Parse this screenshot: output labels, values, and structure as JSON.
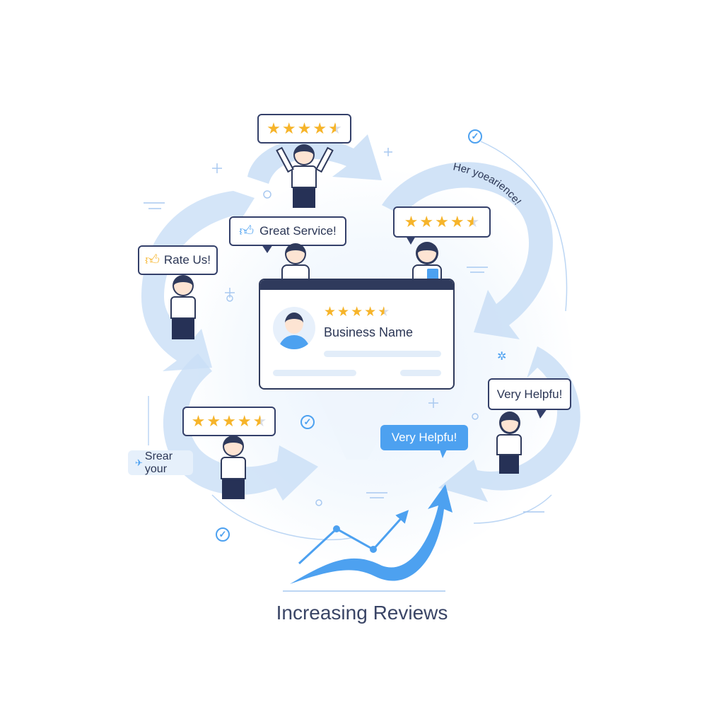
{
  "illustration": {
    "title": "Increasing Reviews",
    "colors": {
      "accent_blue": "#4da1f0",
      "light_blue": "#c9def6",
      "navy": "#2f3a5c",
      "star_gold": "#f6b42a",
      "star_empty": "#d9dde5"
    }
  },
  "bubbles": {
    "top_rating": {
      "rating": 4.5,
      "stars": [
        "★",
        "★",
        "★",
        "★",
        "★"
      ]
    },
    "rate_us": {
      "icon": "thumbs-up-icon",
      "label": "Rate Us!"
    },
    "great_service": {
      "icon": "thumbs-up-icon",
      "label": "Great Service!"
    },
    "right_rating": {
      "rating": 4.5,
      "stars": [
        "★",
        "★",
        "★",
        "★",
        "★"
      ]
    },
    "left_rating": {
      "rating": 4.5,
      "stars": [
        "★",
        "★",
        "★",
        "★",
        "★"
      ]
    },
    "very_helpful_white": {
      "label": "Very Helpfu!"
    },
    "very_helpful_blue": {
      "label": "Very Helpfu!"
    },
    "share_tag": {
      "icon": "share-icon",
      "label": "Srear your"
    }
  },
  "arc_text": "Her yoearience!",
  "card": {
    "business_name": "Business Name",
    "rating": 4.5,
    "stars": [
      "★",
      "★",
      "★",
      "★",
      "★"
    ]
  },
  "footer": {
    "title": "Increasing Reviews"
  }
}
